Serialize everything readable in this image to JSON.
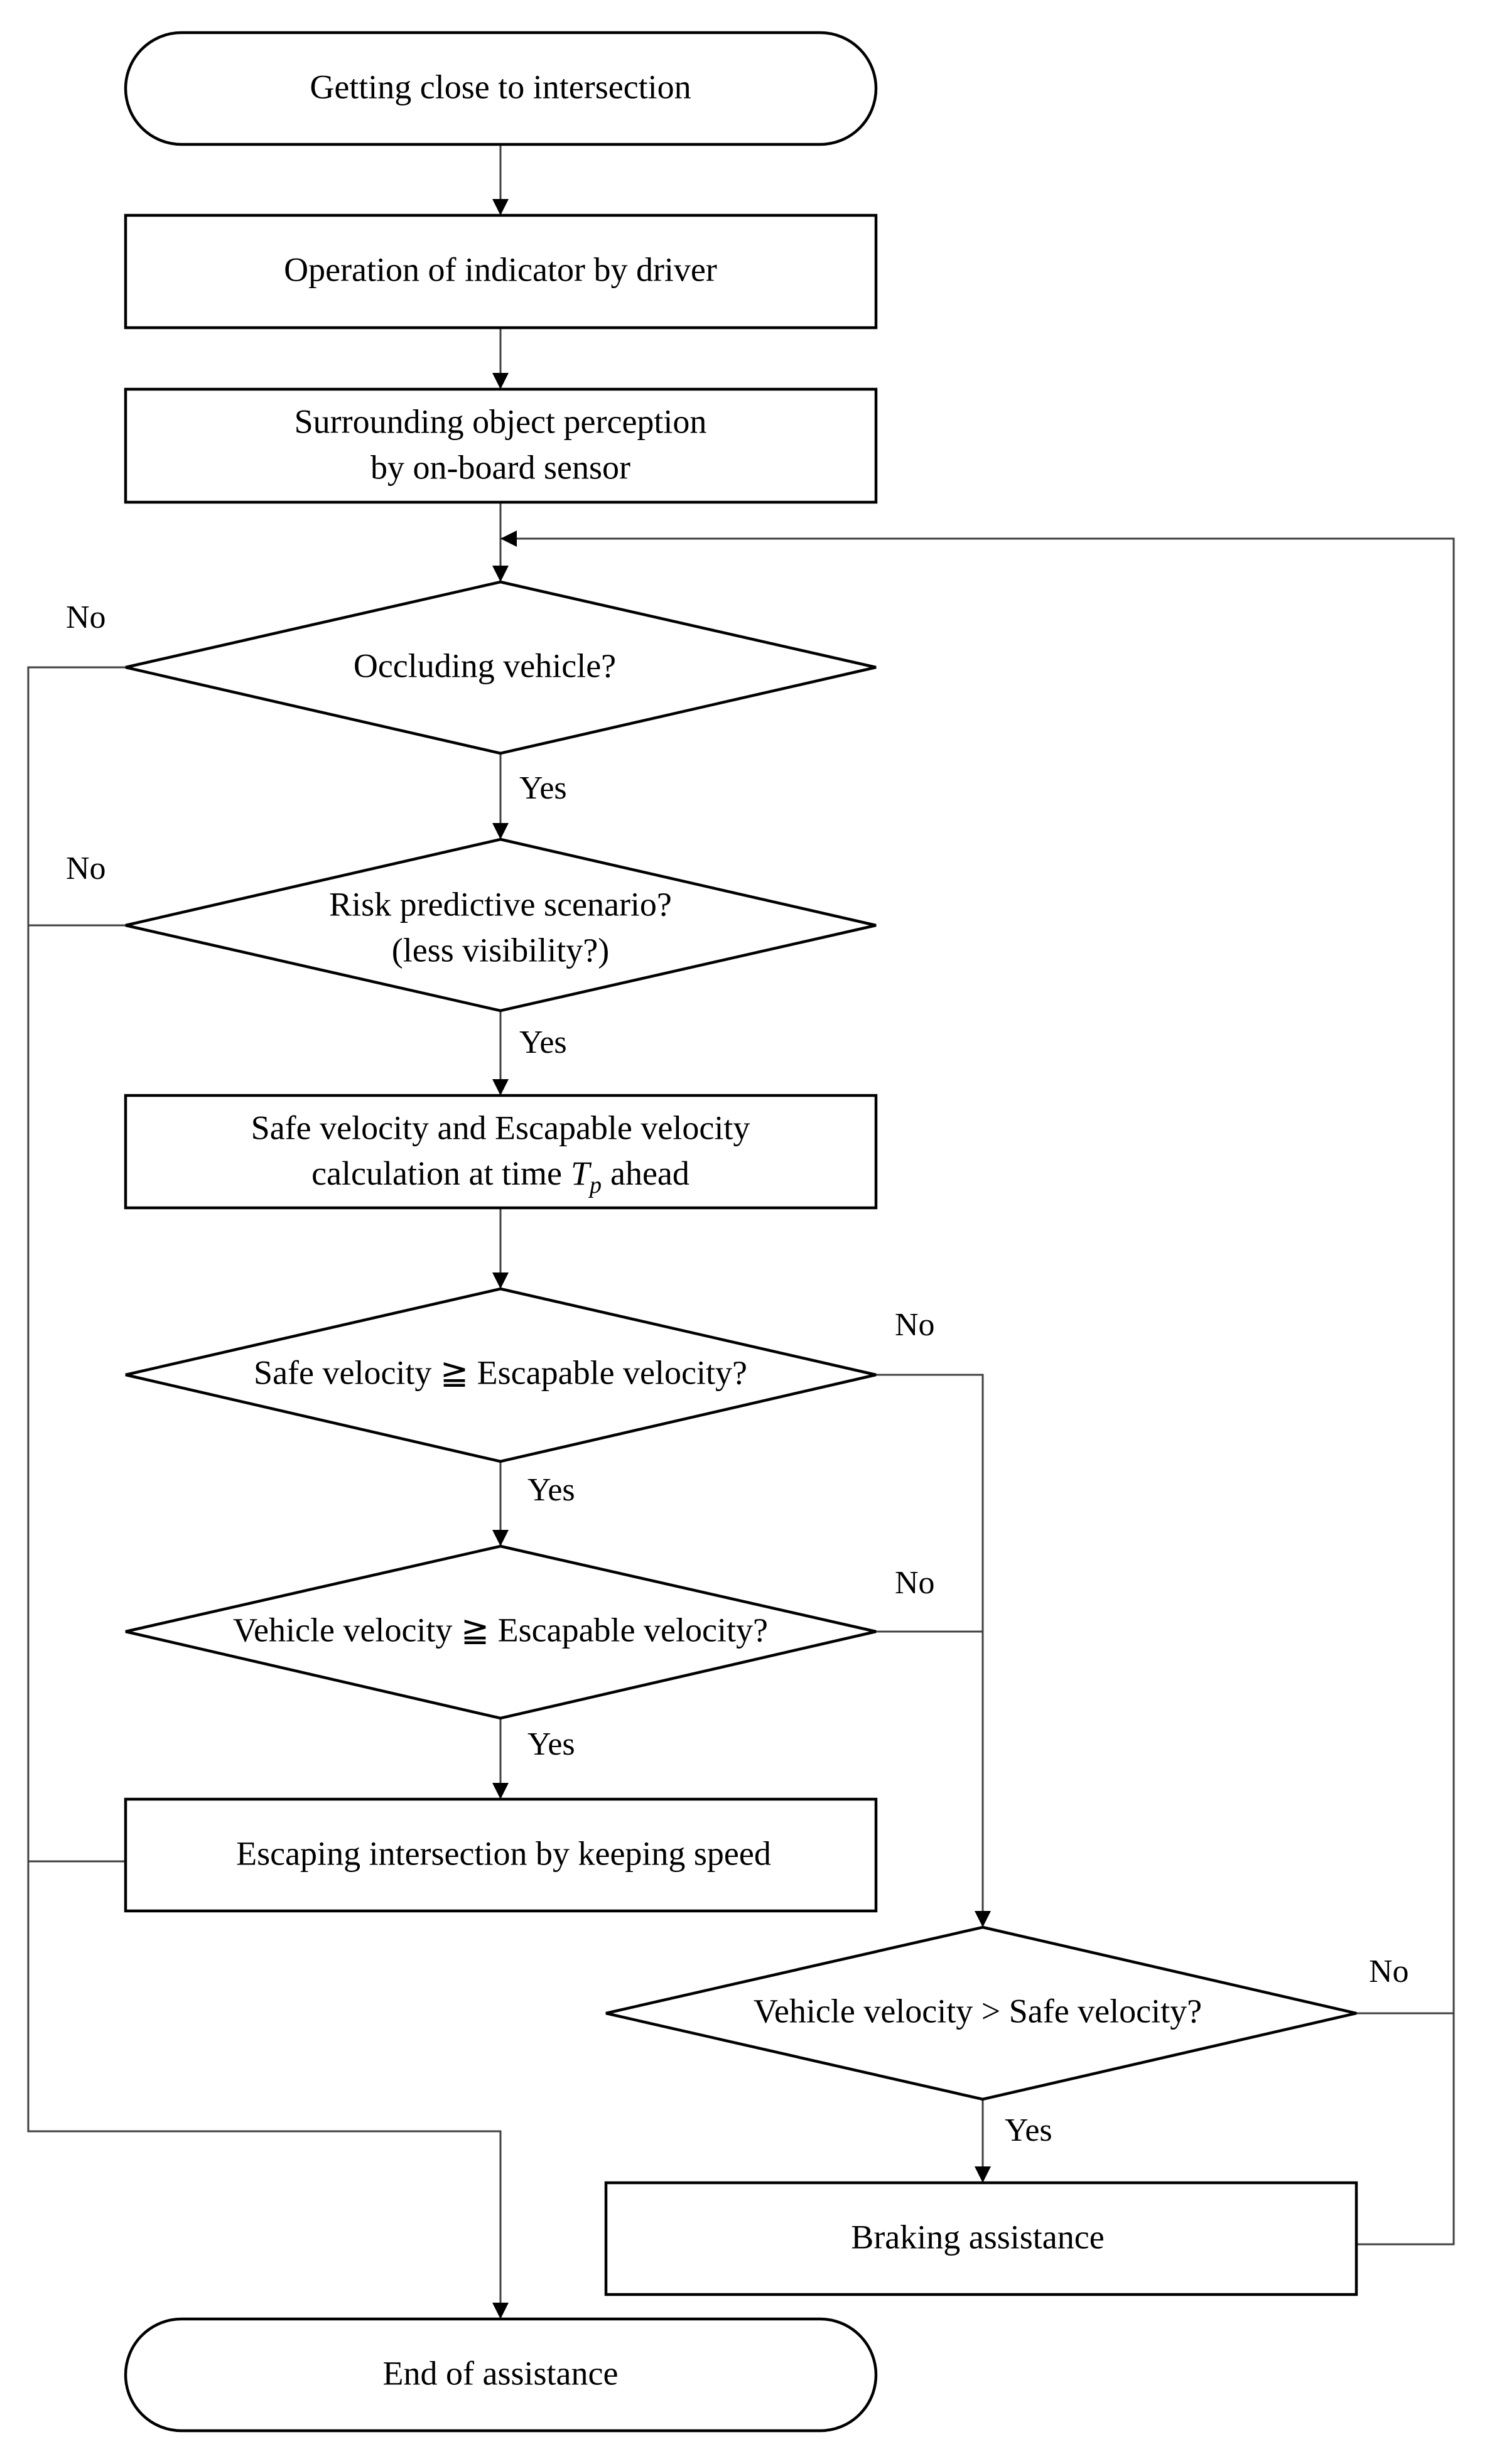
{
  "nodes": {
    "start": "Getting close to intersection",
    "indicator": "Operation of indicator by driver",
    "perception_line1": "Surrounding object perception",
    "perception_line2": "by on-board sensor",
    "occluding": "Occluding vehicle?",
    "risk_line1": "Risk predictive scenario?",
    "risk_line2": "(less visibility?)",
    "calc_line1": "Safe velocity and Escapable velocity",
    "calc_line2_pre": "calculation at time",
    "calc_var": "T",
    "calc_sub": "p",
    "calc_line2_post": "ahead",
    "safe_vs_escapable": "Safe velocity ≧ Escapable velocity?",
    "vehicle_vs_escapable": "Vehicle velocity ≧ Escapable velocity?",
    "escaping": "Escaping intersection by keeping speed",
    "vehicle_vs_safe": "Vehicle velocity > Safe velocity?",
    "braking": "Braking assistance",
    "end": "End of assistance"
  },
  "labels": {
    "yes": "Yes",
    "no": "No"
  }
}
